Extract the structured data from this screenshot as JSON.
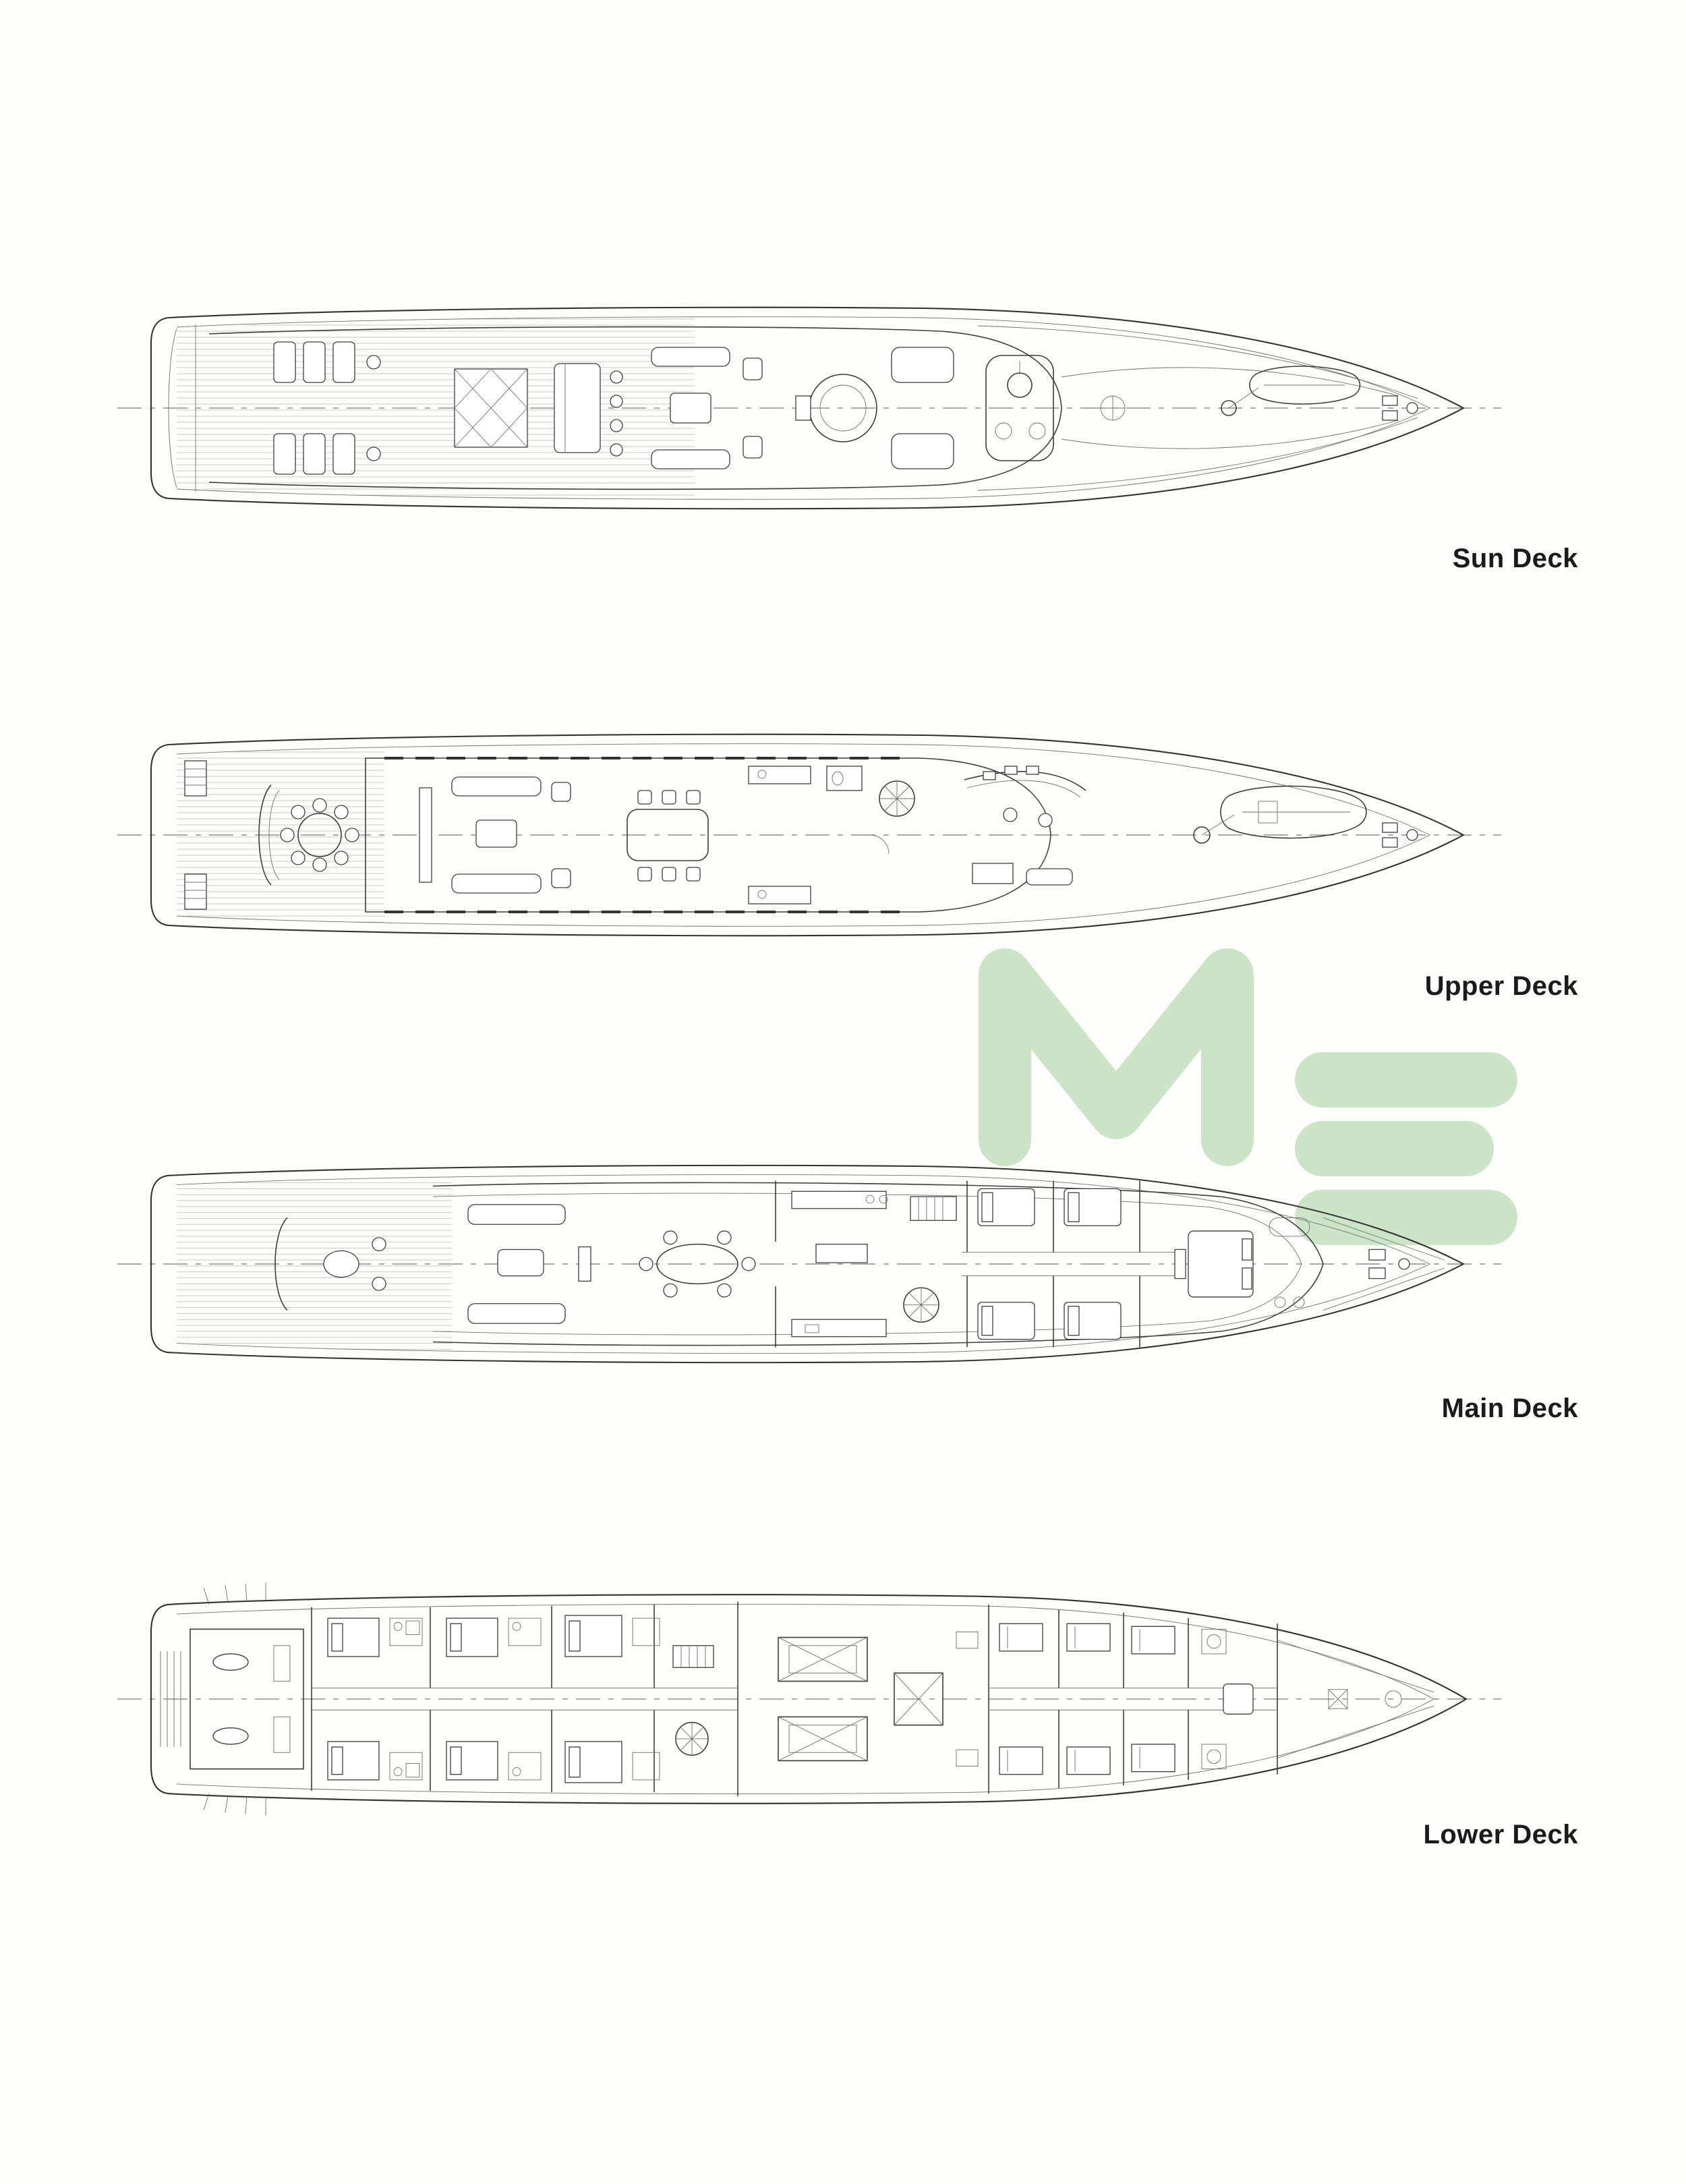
{
  "page": {
    "background": "#fdfdfb"
  },
  "watermark": {
    "label": "ME",
    "color": "#9ccf94"
  },
  "decks": [
    {
      "id": "sun-deck",
      "label": "Sun Deck"
    },
    {
      "id": "upper-deck",
      "label": "Upper Deck"
    },
    {
      "id": "main-deck",
      "label": "Main Deck"
    },
    {
      "id": "lower-deck",
      "label": "Lower Deck"
    }
  ]
}
